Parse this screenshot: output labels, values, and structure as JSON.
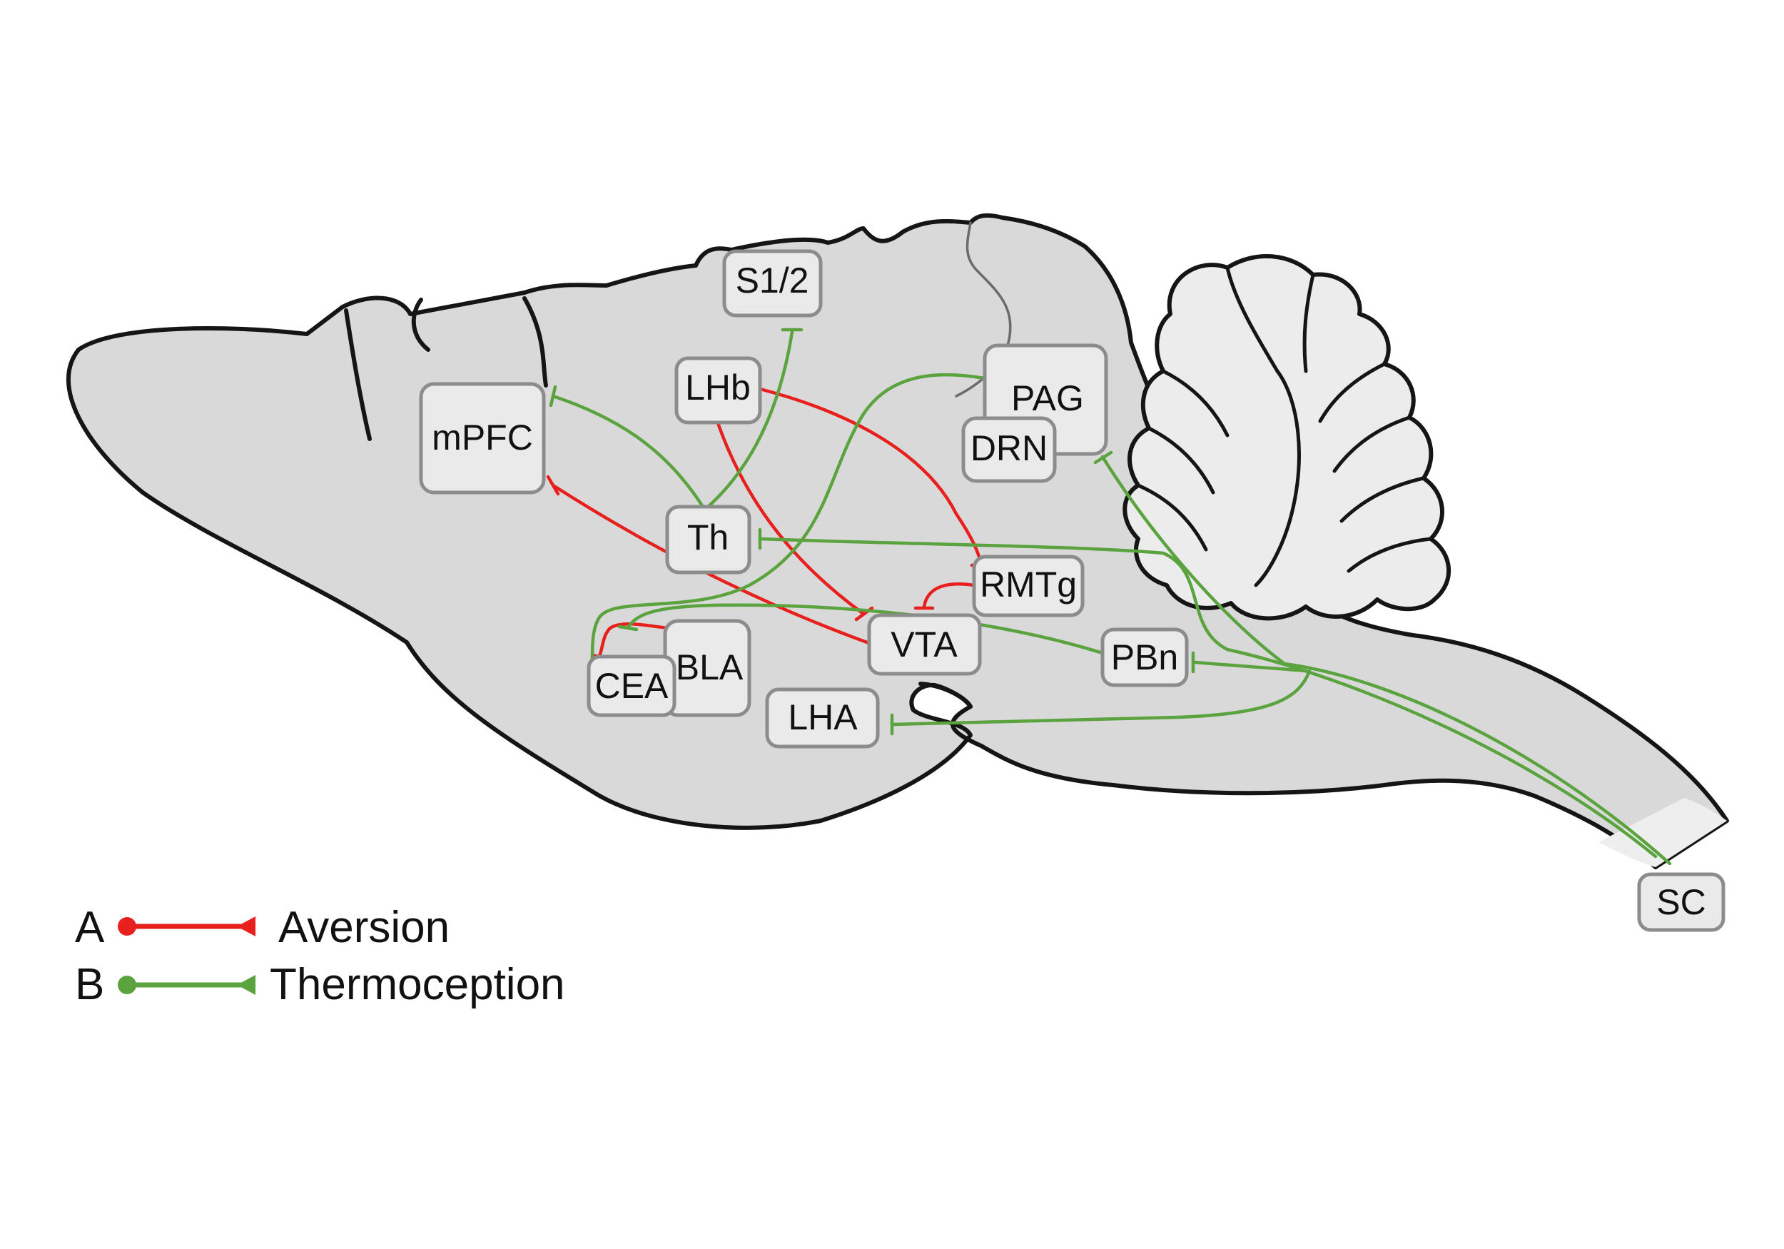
{
  "figure": {
    "regions": {
      "s1_2": "S1/2",
      "lhb": "LHb",
      "mpfc": "mPFC",
      "pag": "PAG",
      "drn": "DRN",
      "th": "Th",
      "rmtg": "RMTg",
      "vta": "VTA",
      "bla": "BLA",
      "cea": "CEA",
      "pbn": "PBn",
      "lha": "LHA",
      "sc": "SC"
    },
    "legend": {
      "a": {
        "letter": "A",
        "label": "Aversion",
        "color": "#e8201d"
      },
      "b": {
        "letter": "B",
        "label": "Thermoception",
        "color": "#5aa33e"
      }
    }
  }
}
